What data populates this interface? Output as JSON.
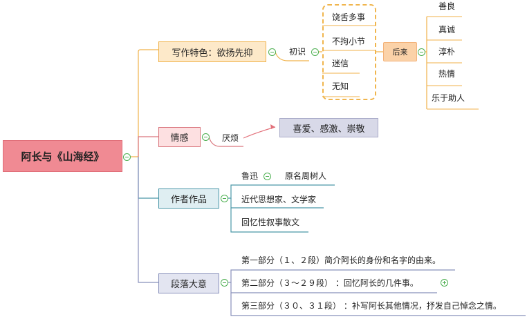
{
  "root": "阿长与《山海经》",
  "writing": {
    "label": "写作特色：欲扬先抑",
    "first": "初识",
    "first_items": [
      "饶舌多事",
      "不拘小节",
      "迷信",
      "无知"
    ],
    "later": "后来",
    "later_items": [
      "善良",
      "真诚",
      "淳朴",
      "热情",
      "乐于助人"
    ]
  },
  "emotion": {
    "label": "情感",
    "from": "厌烦",
    "to": "喜爱、感激、崇敬"
  },
  "author": {
    "label": "作者作品",
    "name": "鲁迅",
    "original_name": "原名周树人",
    "identity": "近代思想家、文学家",
    "work_type": "回忆性叙事散文"
  },
  "paragraphs": {
    "label": "段落大意",
    "items": [
      "第一部分（１、２段）简介阿长的身份和名字的由来。",
      "第二部分（３～２９段）  ：回忆阿长的几件事。",
      "第三部分（３０、３１段）   ：补写阿长其他情况，抒发自己悼念之情。"
    ]
  },
  "colors": {
    "root": "#f08a93",
    "writing": "#f0b24a",
    "emotion": "#d9767d",
    "author": "#4a97a8",
    "paragraphs": "#8890bb",
    "toggle": "#4caf50"
  }
}
